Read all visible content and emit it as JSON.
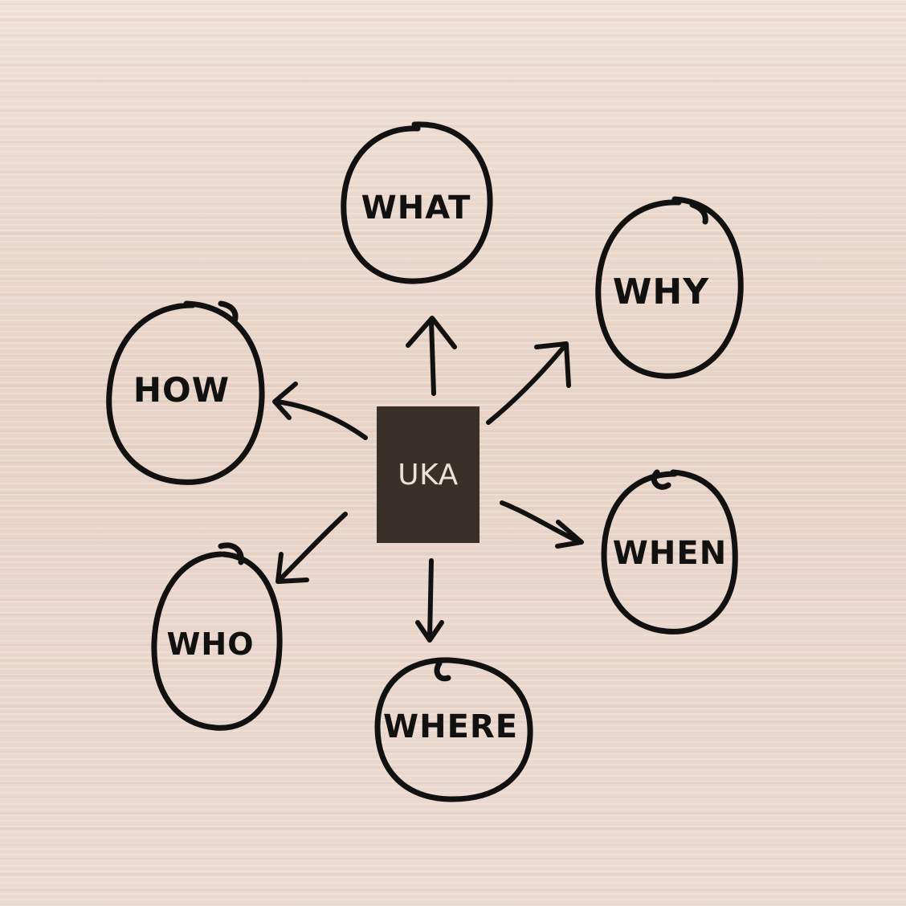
{
  "center": {
    "label": "UKA"
  },
  "questions": {
    "what": "WHAT",
    "why": "WHY",
    "how": "HOW",
    "when": "WHEN",
    "who": "WHO",
    "where": "WHERE"
  },
  "colors": {
    "background": "#ecd9cd",
    "ink": "#111111",
    "center_box": "#3a302b",
    "center_text": "#e9e3dc"
  }
}
